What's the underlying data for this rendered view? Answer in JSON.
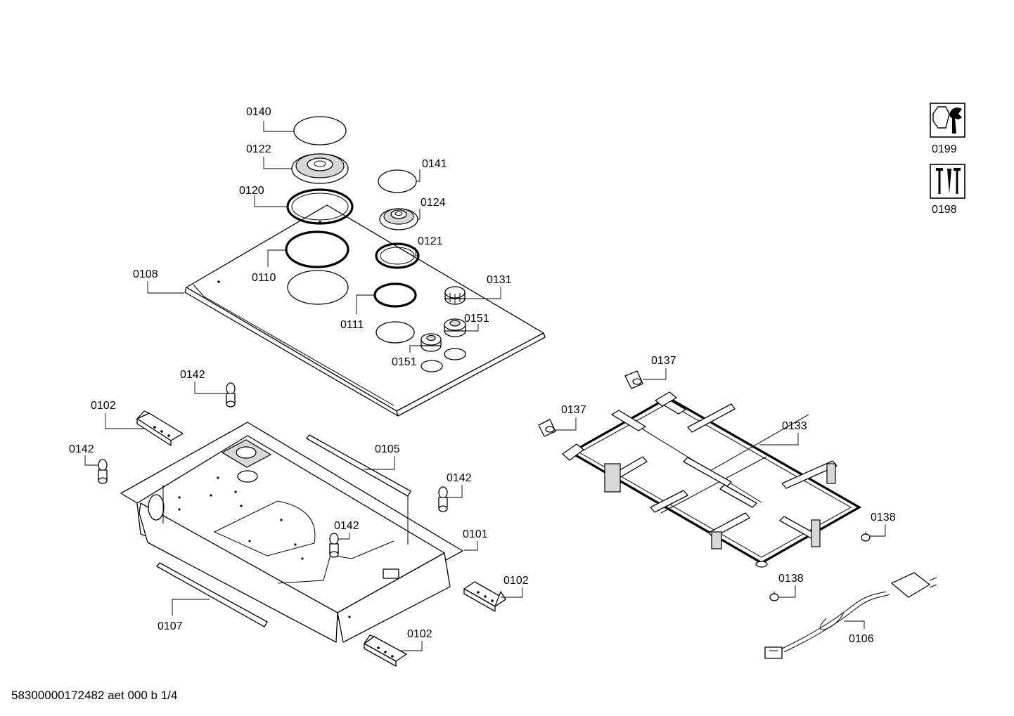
{
  "parts": {
    "p0140": "0140",
    "p0122": "0122",
    "p0120": "0120",
    "p0141": "0141",
    "p0124": "0124",
    "p0121": "0121",
    "p0110": "0110",
    "p0108": "0108",
    "p0131": "0131",
    "p0111": "0111",
    "p0151a": "0151",
    "p0151b": "0151",
    "p0142a": "0142",
    "p0102a": "0102",
    "p0142b": "0142",
    "p0105": "0105",
    "p0142c": "0142",
    "p0142d": "0142",
    "p0101": "0101",
    "p0102b": "0102",
    "p0107": "0107",
    "p0102c": "0102",
    "p0137a": "0137",
    "p0137b": "0137",
    "p0133": "0133",
    "p0138a": "0138",
    "p0138b": "0138",
    "p0106": "0106",
    "p0199": "0199",
    "p0198": "0198"
  },
  "icons": {
    "service_tool": "wrench-nut-icon",
    "screws": "screws-icon"
  },
  "footer": {
    "document_id": "58300000172482 aet 000 b 1/4"
  }
}
